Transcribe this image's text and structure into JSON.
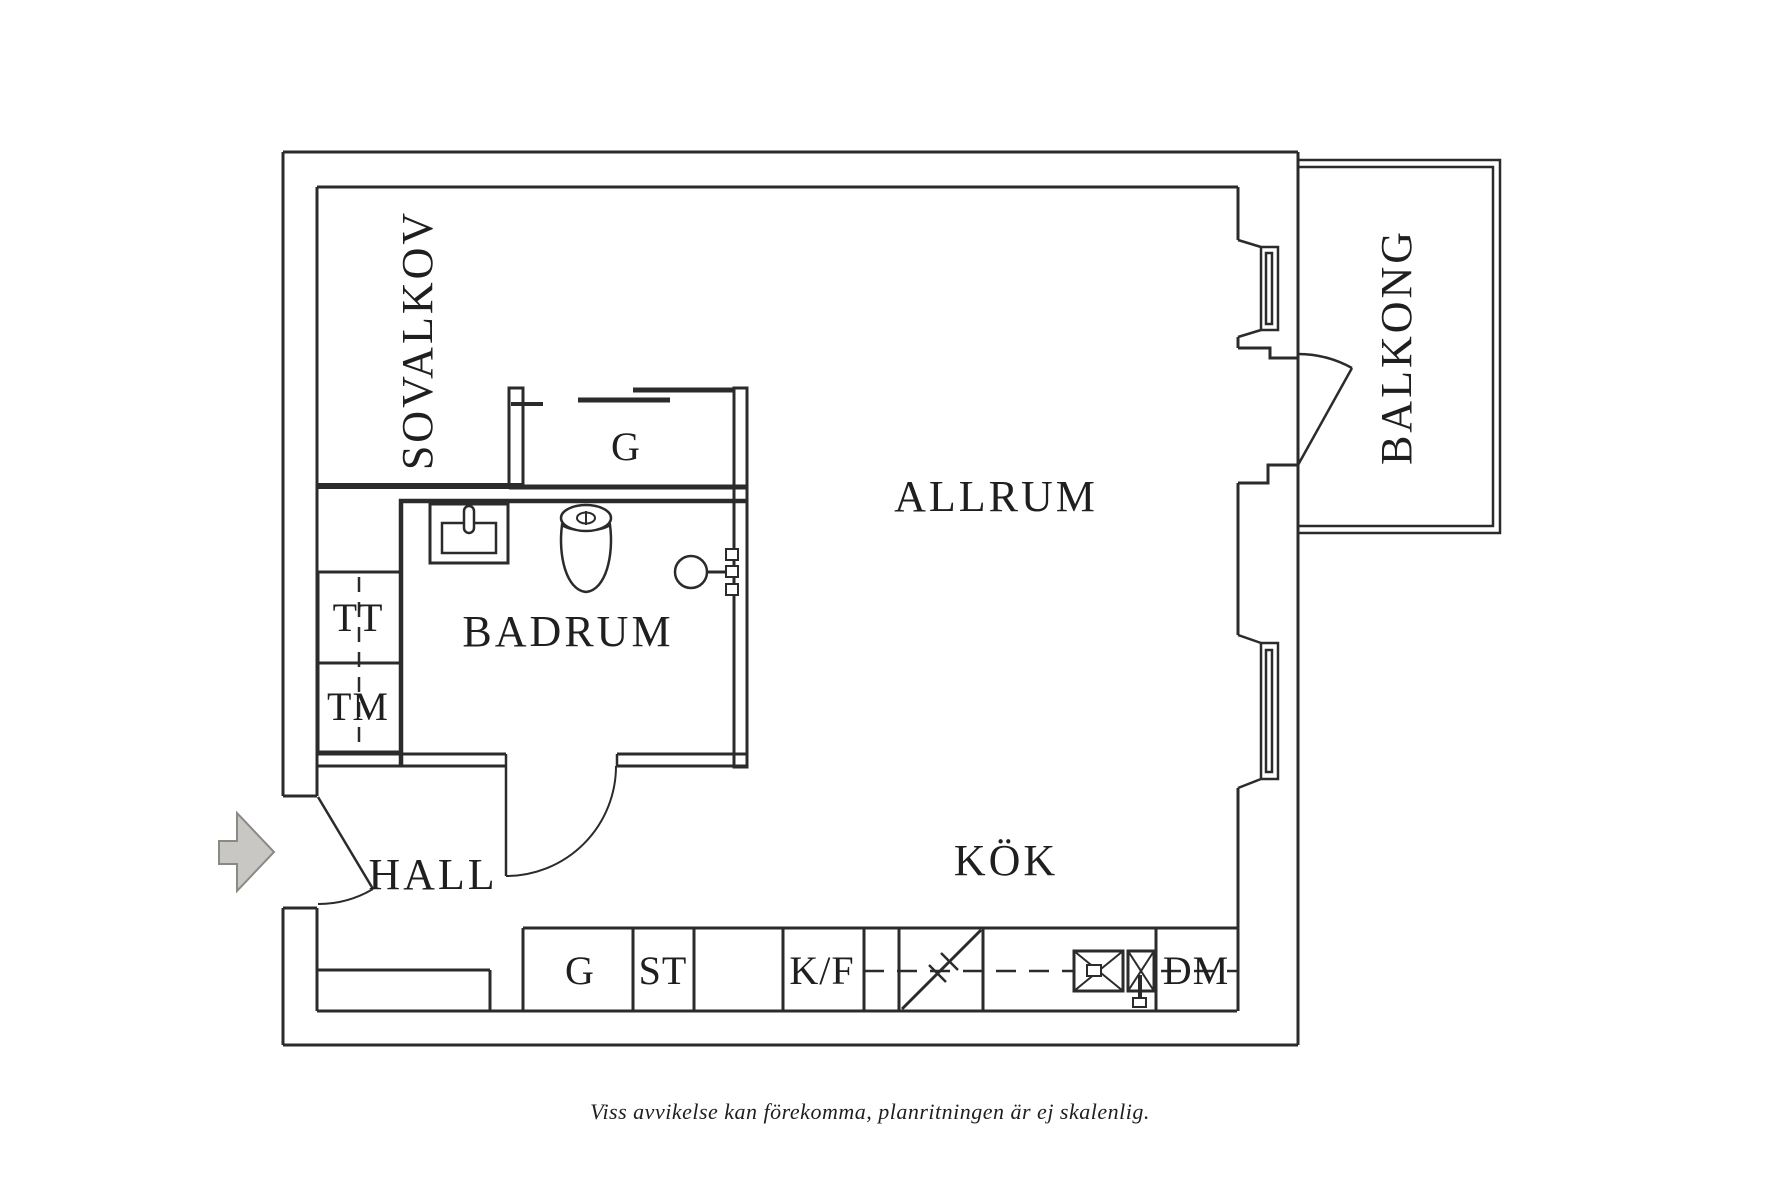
{
  "title": "Apartment floor plan",
  "labels": {
    "sovalkov": "SOVALKOV",
    "balkong": "BALKONG",
    "allrum": "ALLRUM",
    "badrum": "BADRUM",
    "hall": "HALL",
    "kok": "KÖK",
    "closet_g": "G",
    "tt": "TT",
    "tm": "TM",
    "kitchen_g": "G",
    "st": "ST",
    "kf": "K/F",
    "dm": "DM"
  },
  "footer": {
    "note": "Viss avvikelse kan förekomma, planritningen är ej skalenlig."
  },
  "icons": {
    "entrance_arrow": "right-block-arrow",
    "toilet": "toilet-plan-symbol",
    "bathroom_sink": "washbasin-plan-symbol",
    "shower": "shower-plan-symbol",
    "kitchen_sink": "double-sink-crossed-symbol",
    "stove": "stove-diagonal-symbol"
  },
  "colors": {
    "line": "#2b2b2b",
    "arrow_fill": "#c8c7c3",
    "arrow_stroke": "#8a8984",
    "text": "#1f1f1f",
    "background": "#ffffff"
  }
}
